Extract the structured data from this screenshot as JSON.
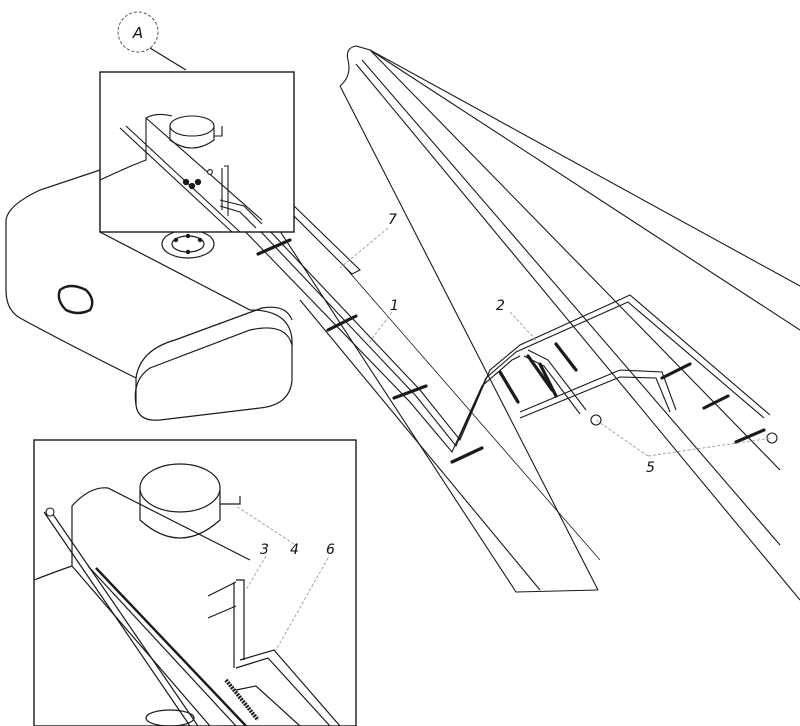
{
  "callouts": {
    "view": "A",
    "n1": "1",
    "n2": "2",
    "n3": "3",
    "n4": "4",
    "n5": "5",
    "n6": "6",
    "n7": "7"
  },
  "colors": {
    "line": "#1a1a1a",
    "paper": "#ffffff",
    "leader": "#9a9a9a"
  }
}
